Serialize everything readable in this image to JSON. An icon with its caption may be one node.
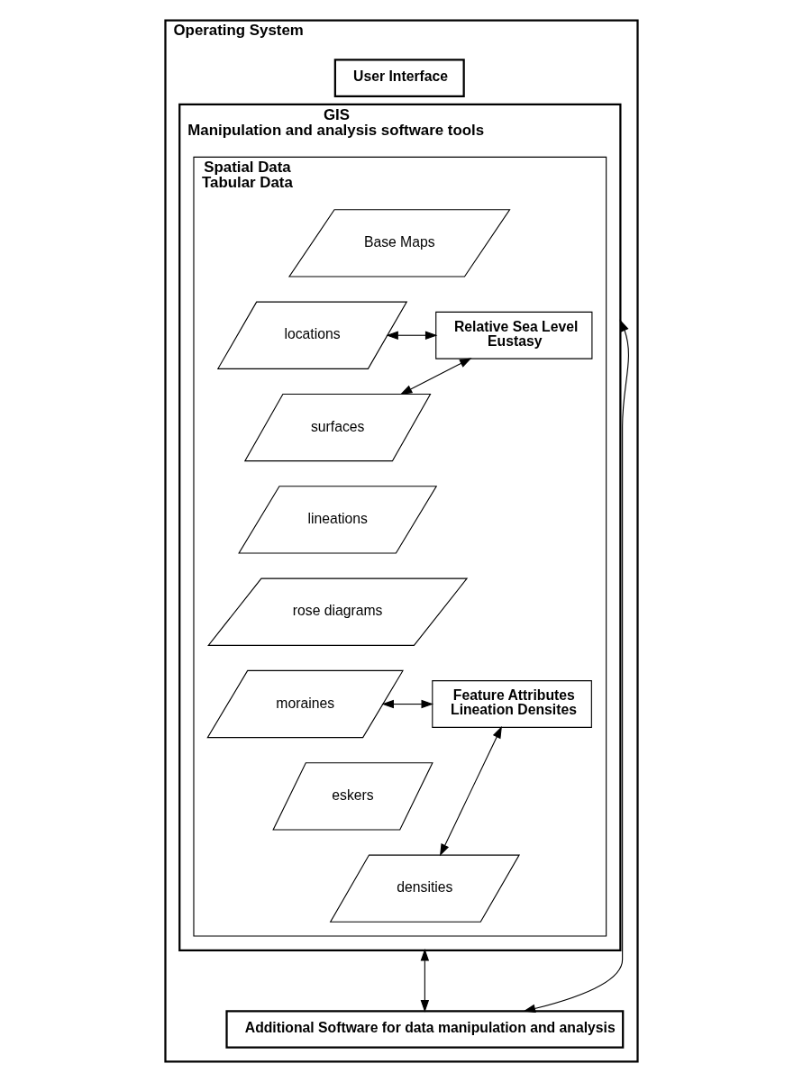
{
  "diagram": {
    "nodes": [
      {
        "text": [
          "Operating System"
        ]
      },
      {
        "text": [
          "User Interface"
        ],
        "in": 0
      },
      {
        "text": [
          "GIS",
          "Manipulation and analysis software tools"
        ],
        "in": 0
      },
      {
        "text": [
          "Spatial Data",
          "Tabular Data"
        ],
        "in": 2
      },
      {
        "text": [
          "Base Maps"
        ],
        "in": 3
      },
      {
        "text": [
          "locations"
        ],
        "in": 3
      },
      {
        "text": [
          "surfaces"
        ],
        "in": 3
      },
      {
        "text": [
          "lineations"
        ],
        "in": 3
      },
      {
        "text": [
          "rose diagrams"
        ],
        "in": 3
      },
      {
        "text": [
          "moraines"
        ],
        "in": 3
      },
      {
        "text": [
          "eskers"
        ],
        "in": 3
      },
      {
        "text": [
          "densities"
        ],
        "in": 3
      },
      {
        "text": [
          "Relative Sea Level",
          "Eustasy"
        ],
        "in": 3
      },
      {
        "text": [
          "Feature Attributes",
          "Lineation Densites"
        ],
        "in": 3
      },
      {
        "text": [
          "Additional Software for data manipulation and analysis"
        ],
        "in": 0
      }
    ],
    "edges": [
      {
        "from": 5,
        "to": 12,
        "arrow": "both"
      },
      {
        "from": 6,
        "to": 12,
        "arrow": "both"
      },
      {
        "from": 9,
        "to": 13,
        "arrow": "both"
      },
      {
        "from": 11,
        "to": 13,
        "arrow": "both"
      },
      {
        "from": 2,
        "to": 14,
        "arrow": "both"
      },
      {
        "from": 2,
        "to": 14,
        "arrow": "both"
      }
    ]
  }
}
